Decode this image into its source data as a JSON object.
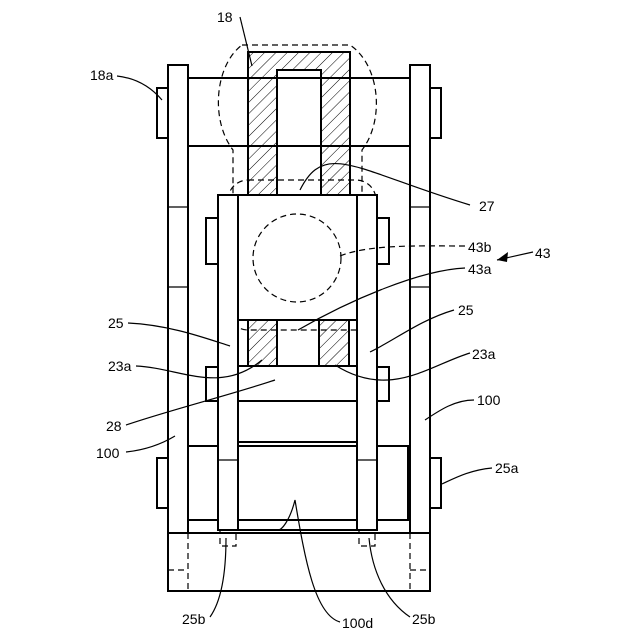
{
  "labels": {
    "l18": "18",
    "l18a": "18a",
    "l27": "27",
    "l43b": "43b",
    "l43": "43",
    "l43a": "43a",
    "l25_left": "25",
    "l25_right": "25",
    "l23a_left": "23a",
    "l23a_right": "23a",
    "l28": "28",
    "l100_right": "100",
    "l100_left": "100",
    "l25a": "25a",
    "l25b_left": "25b",
    "l100d": "100d",
    "l25b_right": "25b"
  }
}
